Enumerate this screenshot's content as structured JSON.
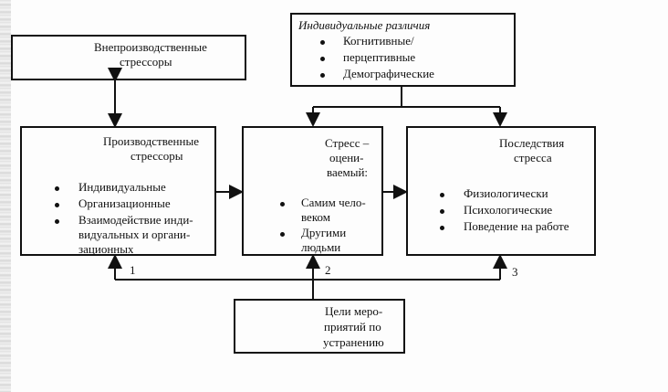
{
  "external": {
    "line1": "Внепроизводственные",
    "line2": "стрессоры"
  },
  "individual": {
    "title": "Индивидуальные различия",
    "items": [
      "Когнитивные/",
      "перцептивные",
      "Демографические"
    ]
  },
  "production": {
    "title1": "Производственные",
    "title2": "стрессоры",
    "items": [
      "Индивидуальные",
      "Организационные",
      "Взаимодействие инди-",
      "видуальных и органи-",
      "зационных"
    ]
  },
  "stress": {
    "title": [
      "Стресс –",
      "оцени-",
      "ваемый:"
    ],
    "items": [
      "Самим чело-",
      "веком",
      "Другими",
      "людьми"
    ]
  },
  "consequences": {
    "title1": "Последствия",
    "title2": "стресса",
    "items": [
      "Физиологически",
      "Психологические",
      "Поведение на работе"
    ]
  },
  "goals": {
    "lines": [
      "Цели меро-",
      "приятий по",
      "устранению"
    ]
  },
  "numbers": [
    "1",
    "2",
    "3"
  ]
}
